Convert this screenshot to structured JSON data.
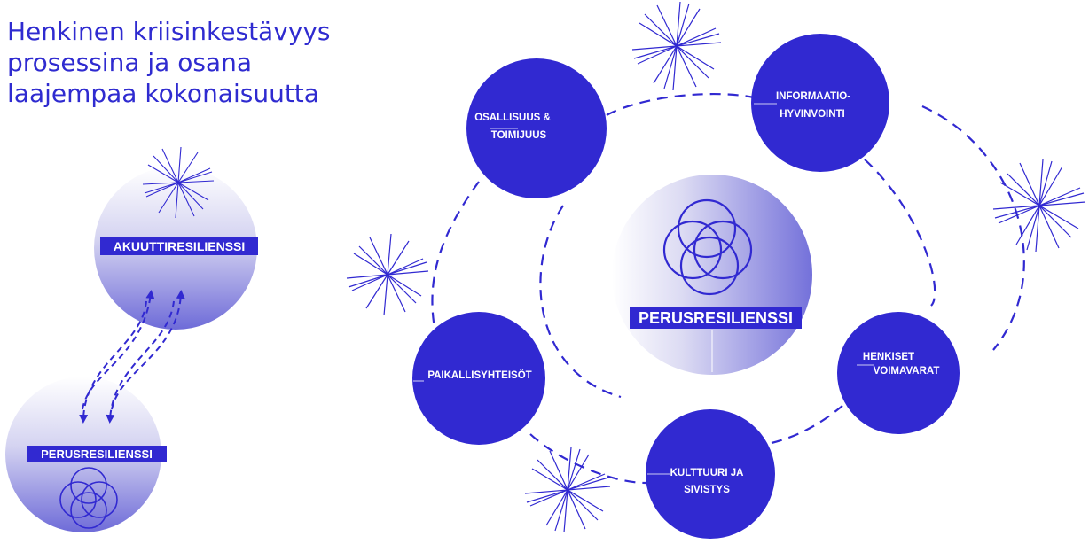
{
  "title": {
    "line1": "Henkinen kriisinkestävyys",
    "line2": "prosessina ja osana",
    "line3": "laajempaa kokonaisuutta"
  },
  "left": {
    "acute_label": "AKUUTTIRESILIENSSI",
    "base_label": "PERUSRESILIENSSI"
  },
  "center": {
    "label": "PERUSRESILIENSSI"
  },
  "nodes": {
    "osallisuus": {
      "line1": "OSALLISUUS &",
      "line2": "TOIMIJUUS"
    },
    "informaatio": {
      "line1": "INFORMAATIO-",
      "line2": "HYVINVOINTI"
    },
    "henkiset": {
      "line1": "HENKISET",
      "line2": "VOIMAVARAT"
    },
    "kulttuuri": {
      "line1": "KULTTUURI JA",
      "line2": "SIVISTYS"
    },
    "paikallis": {
      "line1": "PAIKALLISYHTEISÖT"
    }
  },
  "colors": {
    "accent": "#3129d1",
    "title": "#2f2bd0",
    "sphere_light": "#ffffff",
    "sphere_dark": "#6d6ad8"
  }
}
